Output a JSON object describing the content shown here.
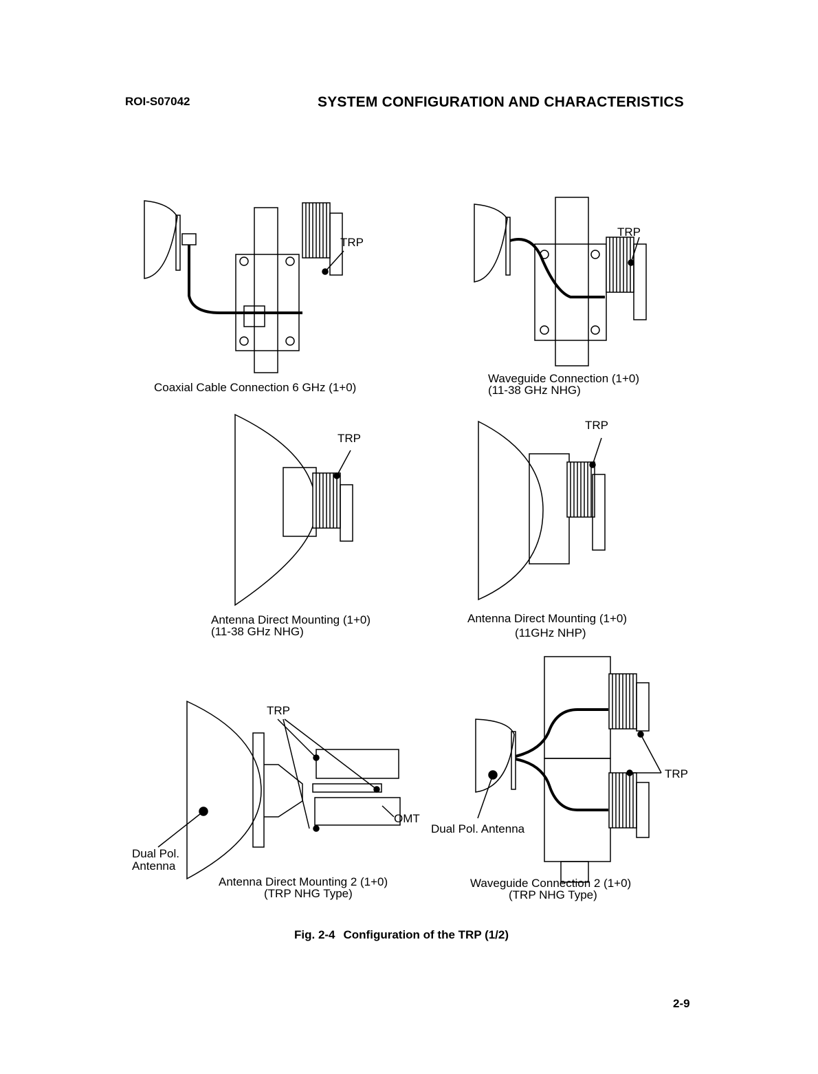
{
  "header": {
    "doc_id": "ROI-S07042",
    "section_title": "SYSTEM CONFIGURATION AND CHARACTERISTICS"
  },
  "figure": {
    "panels": [
      {
        "caption": [
          "Coaxial Cable Connection 6 GHz (1+0)"
        ],
        "labels": [
          "TRP"
        ]
      },
      {
        "caption": [
          "Waveguide Connection (1+0)",
          "(11-38 GHz NHG)"
        ],
        "labels": [
          "TRP"
        ]
      },
      {
        "caption": [
          "Antenna Direct Mounting (1+0)",
          "(11-38 GHz NHG)"
        ],
        "labels": [
          "TRP"
        ]
      },
      {
        "caption": [
          "Antenna Direct Mounting (1+0)",
          "(11GHz NHP)"
        ],
        "labels": [
          "TRP"
        ]
      },
      {
        "caption": [
          "Antenna Direct Mounting 2 (1+0)",
          "(TRP NHG Type)"
        ],
        "labels": [
          "TRP",
          "OMT",
          "Dual Pol.",
          "Antenna"
        ]
      },
      {
        "caption": [
          "Waveguide Connection 2 (1+0)",
          "(TRP NHG Type)"
        ],
        "labels": [
          "TRP",
          "Dual Pol. Antenna"
        ]
      }
    ],
    "caption_number": "Fig. 2-4",
    "caption_text": "Configuration of the TRP (1/2)"
  },
  "footer": {
    "page_number": "2-9"
  }
}
